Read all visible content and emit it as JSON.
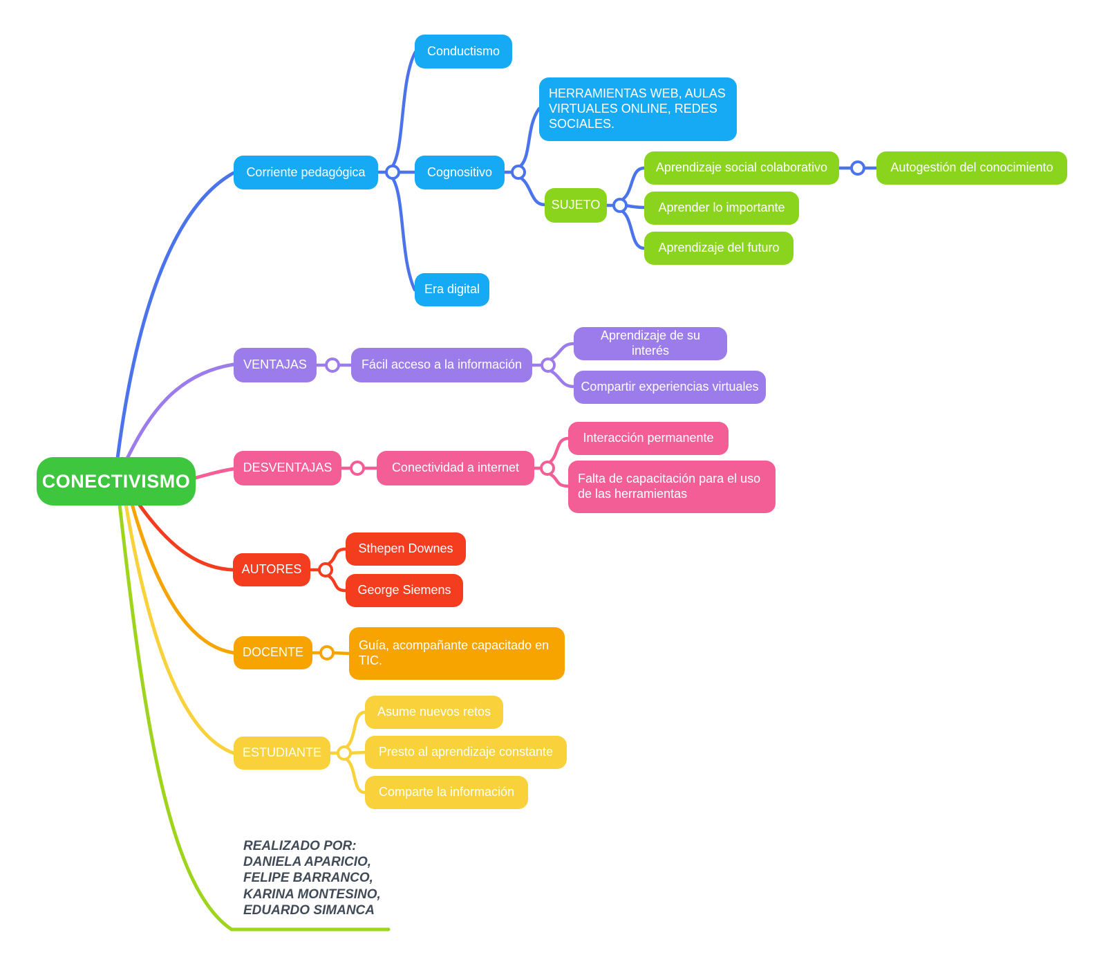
{
  "colors": {
    "background": "#FFFFFF",
    "green_root": "#3FC63F",
    "green_box": "#8BD41D",
    "blue_box": "#17AAF4",
    "blue_line": "#4A73EC",
    "purple": "#9C7CEB",
    "pink": "#F25E95",
    "red": "#F43C1E",
    "orange": "#F7A401",
    "yellow": "#F8D13B",
    "credit_line_green": "#9ED51C",
    "credits_text": "#414B57"
  },
  "nodes": {
    "root": {
      "label": "CONECTIVISMO",
      "color": "#3FC63F"
    },
    "corriente": {
      "label": "Corriente pedagógica",
      "color": "#17AAF4"
    },
    "conductismo": {
      "label": "Conductismo",
      "color": "#17AAF4"
    },
    "cognositivo": {
      "label": "Cognositivo",
      "color": "#17AAF4"
    },
    "era_digital": {
      "label": "Era digital",
      "color": "#17AAF4"
    },
    "herramientas": {
      "label": "HERRAMIENTAS WEB, AULAS VIRTUALES ONLINE, REDES SOCIALES.",
      "color": "#17AAF4"
    },
    "sujeto": {
      "label": "SUJETO",
      "color": "#8BD41D"
    },
    "aprendizaje_social": {
      "label": "Aprendizaje social colaborativo",
      "color": "#8BD41D"
    },
    "autogestion": {
      "label": "Autogestión del conocimiento",
      "color": "#8BD41D"
    },
    "aprender_importante": {
      "label": "Aprender lo importante",
      "color": "#8BD41D"
    },
    "aprendizaje_futuro": {
      "label": "Aprendizaje del futuro",
      "color": "#8BD41D"
    },
    "ventajas": {
      "label": "VENTAJAS",
      "color": "#9C7CEB"
    },
    "facil_acceso": {
      "label": "Fácil acceso a la información",
      "color": "#9C7CEB"
    },
    "aprendizaje_interes": {
      "label": "Aprendizaje de su interés",
      "color": "#9C7CEB"
    },
    "compartir_experiencias": {
      "label": "Compartir experiencias virtuales",
      "color": "#9C7CEB"
    },
    "desventajas": {
      "label": "DESVENTAJAS",
      "color": "#F25E95"
    },
    "conectividad": {
      "label": "Conectividad a internet",
      "color": "#F25E95"
    },
    "interaccion": {
      "label": "Interacción permanente",
      "color": "#F25E95"
    },
    "falta_capacitacion": {
      "label": "Falta de capacitación para el uso de las herramientas",
      "color": "#F25E95"
    },
    "autores": {
      "label": "AUTORES",
      "color": "#F43C1E"
    },
    "sthepen_downes": {
      "label": "Sthepen Downes",
      "color": "#F43C1E"
    },
    "george_siemens": {
      "label": "George Siemens",
      "color": "#F43C1E"
    },
    "docente": {
      "label": "DOCENTE",
      "color": "#F7A401"
    },
    "guia": {
      "label": "Guía, acompañante capacitado en TIC.",
      "color": "#F7A401"
    },
    "estudiante": {
      "label": "ESTUDIANTE",
      "color": "#F8D13B"
    },
    "asume_retos": {
      "label": "Asume nuevos retos",
      "color": "#F8D13B"
    },
    "presto_aprendizaje": {
      "label": "Presto al aprendizaje constante",
      "color": "#F8D13B"
    },
    "comparte_informacion": {
      "label": "Comparte la información",
      "color": "#F8D13B"
    }
  },
  "credits": {
    "lines": [
      "REALIZADO POR:",
      "DANIELA APARICIO,",
      "FELIPE BARRANCO,",
      "KARINA MONTESINO,",
      "EDUARDO SIMANCA"
    ]
  }
}
